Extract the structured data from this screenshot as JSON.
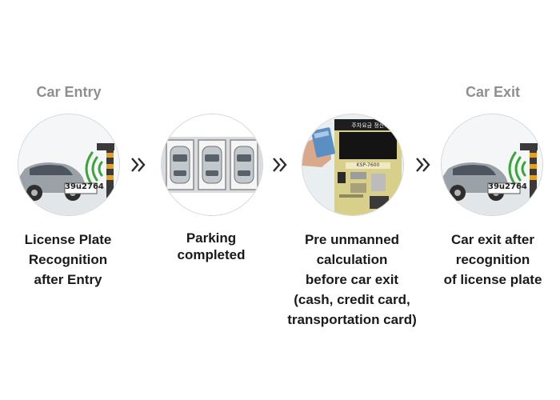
{
  "steps": [
    {
      "top_label": "Car Entry",
      "plate": "39u2764",
      "caption_lines": [
        "License Plate",
        "Recognition",
        "after Entry"
      ]
    },
    {
      "top_label": "",
      "caption_lines": [
        "Parking",
        "completed"
      ]
    },
    {
      "top_label": "",
      "kiosk_header": "주차요금 정산기",
      "kiosk_model": "KSP-7600",
      "caption_lines": [
        "Pre unmanned",
        "calculation",
        "before car exit",
        "(cash, credit card,",
        "transportation card)"
      ]
    },
    {
      "top_label": "Car Exit",
      "plate": "39u2764",
      "caption_lines": [
        "Car exit after",
        "recognition",
        "of license plate"
      ]
    }
  ],
  "arrow_icon": "double-chevron-right-icon",
  "colors": {
    "label_gray": "#8f8f8f",
    "signal_green": "#3aa63a",
    "barrier_orange": "#e8a01c",
    "caption_text": "#1a1a1a"
  }
}
